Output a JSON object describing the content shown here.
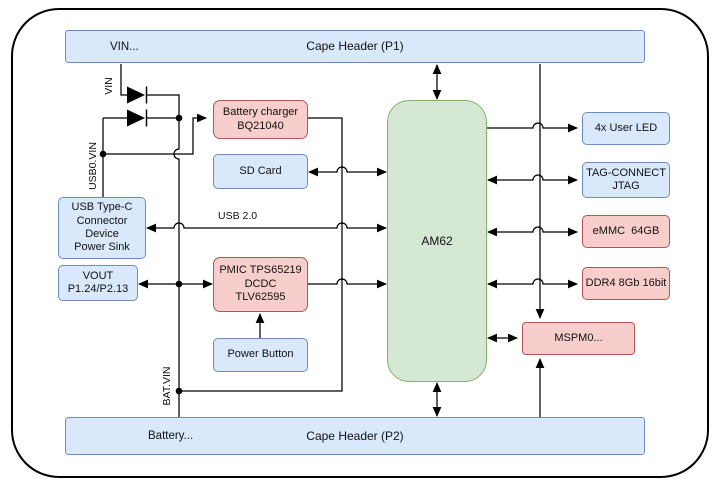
{
  "colors": {
    "blue_fill": "#dae8fc",
    "blue_stroke": "#6c8ebf",
    "pink_fill": "#f8cecc",
    "pink_stroke": "#b85450",
    "green_fill": "#d5e8d4",
    "green_stroke": "#82b366",
    "wire": "#000000",
    "background": "#ffffff"
  },
  "headers": {
    "p1": {
      "label": "Cape Header (P1)",
      "pin_label": "VIN..."
    },
    "p2": {
      "label": "Cape Header (P2)",
      "pin_label": "Battery..."
    }
  },
  "blocks": {
    "usb_typec": {
      "lines": [
        "USB Type-C",
        "Connector",
        "Device",
        "Power Sink"
      ]
    },
    "vout": {
      "lines": [
        "VOUT",
        "P1.24/P2.13"
      ]
    },
    "battery_charger": {
      "lines": [
        "Battery charger",
        "BQ21040"
      ]
    },
    "sd_card": {
      "label": "SD Card"
    },
    "pmic": {
      "lines": [
        "PMIC TPS65219",
        "DCDC",
        "TLV62595"
      ]
    },
    "power_button": {
      "label": "Power Button"
    },
    "am62": {
      "label": "AM62"
    },
    "user_led": {
      "label": "4x User LED"
    },
    "tag_connect": {
      "lines": [
        "TAG-CONNECT",
        "JTAG"
      ]
    },
    "emmc": {
      "label": "eMMC  64GB"
    },
    "ddr4": {
      "label": "DDR4 8Gb 16bit"
    },
    "mspm0": {
      "label": "MSPM0..."
    }
  },
  "net_labels": {
    "vin": "VIN",
    "usb0_vin": "USB0.VIN",
    "bat_vin": "BAT.VIN",
    "usb2": "USB 2.0"
  }
}
